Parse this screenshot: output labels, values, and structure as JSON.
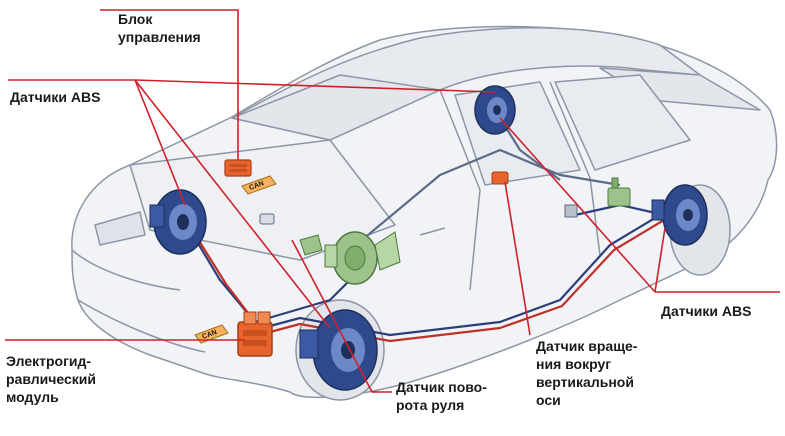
{
  "labels": {
    "control_unit": "Блок\nуправления",
    "abs_sensors_left": "Датчики ABS",
    "abs_sensors_right": "Датчики ABS",
    "hydro_module": "Электрогид-\nравлический\nмодуль",
    "steering_sensor": "Датчик пово-\nрота руля",
    "yaw_sensor": "Датчик враще-\nния вокруг\nвертикальной\nоси"
  },
  "can_tags": {
    "top": "CAN",
    "bottom": "CAN"
  },
  "colors": {
    "leader_line": "#d0202a",
    "car_outline": "#8c96a6",
    "car_fill": "#f1f3f6",
    "brake_disc": "#2f4a8c",
    "hydro_module": "#e8642c",
    "sensor_green": "#7fae6a",
    "brake_pipe_blue": "#2c3f7a",
    "brake_pipe_red": "#c0302a"
  }
}
